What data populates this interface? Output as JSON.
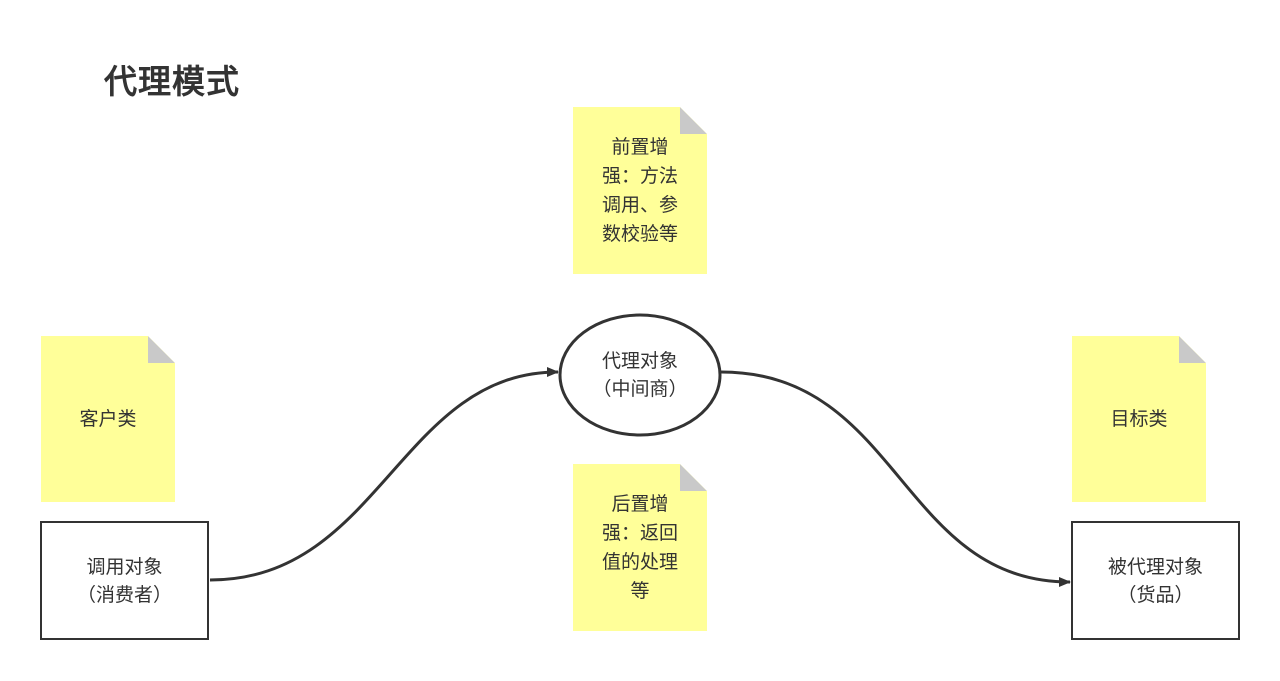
{
  "title": "代理模式",
  "notes": {
    "client": "客户类",
    "target": "目标类",
    "pre": "前置增强：方法调用、参数校验等",
    "post": "后置增强：返回值的处理等"
  },
  "nodes": {
    "caller": {
      "line1": "调用对象",
      "line2": "（消费者）"
    },
    "proxy": {
      "line1": "代理对象",
      "line2": "（中间商）"
    },
    "proxied": {
      "line1": "被代理对象",
      "line2": "（货品）"
    }
  },
  "colors": {
    "note_fill": "#ffff99",
    "note_fold": "#c9c9c9",
    "stroke": "#333333"
  }
}
